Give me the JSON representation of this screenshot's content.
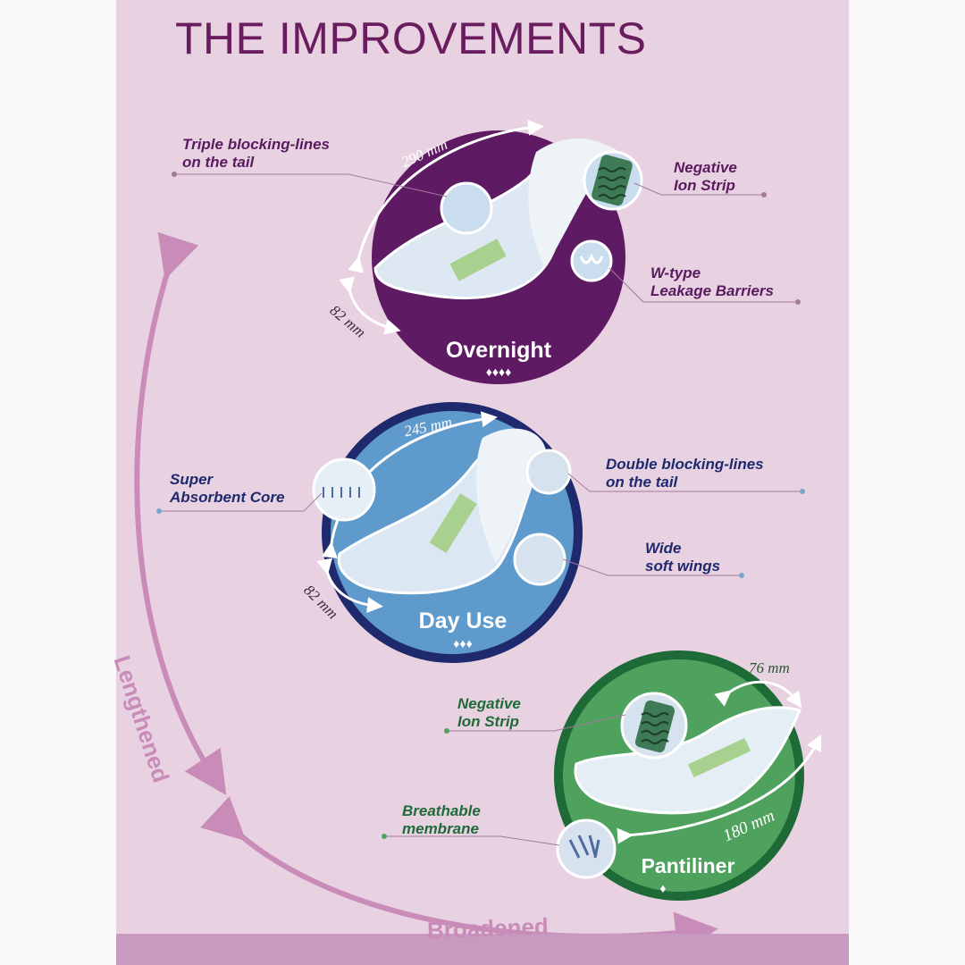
{
  "title": "THE IMPROVEMENTS",
  "colors": {
    "background_panel": "#e8d2e2",
    "overnight": "#5e1a63",
    "day_use": "#5e9acb",
    "day_use_ring": "#1f2a6e",
    "pantiliner": "#4fa25e",
    "pantiliner_ring": "#1f6b38",
    "axis_arrows": "#c98cb8"
  },
  "products": {
    "overnight": {
      "name": "Overnight",
      "drops": "♦♦♦♦",
      "length": "290 mm",
      "width": "82 mm",
      "features": {
        "triple_blocking": "Triple blocking-lines\non the tail",
        "ion_strip": "Negative\nIon Strip",
        "w_type": "W-type\nLeakage Barriers"
      }
    },
    "day_use": {
      "name": "Day Use",
      "drops": "♦♦♦",
      "length": "245 mm",
      "width": "82 mm",
      "features": {
        "absorbent_core": "Super\nAbsorbent Core",
        "double_blocking": "Double blocking-lines\non the tail",
        "wings": "Wide\nsoft wings"
      }
    },
    "pantiliner": {
      "name": "Pantiliner",
      "drops": "♦",
      "length": "180 mm",
      "width": "76 mm",
      "features": {
        "ion_strip": "Negative\nIon Strip",
        "membrane": "Breathable\nmembrane"
      }
    }
  },
  "axes": {
    "vertical": "Lengthened",
    "horizontal": "Broadened"
  },
  "icons": [
    "water-drop-icon",
    "dimension-arrow-icon",
    "magnifier-circle-icon"
  ]
}
